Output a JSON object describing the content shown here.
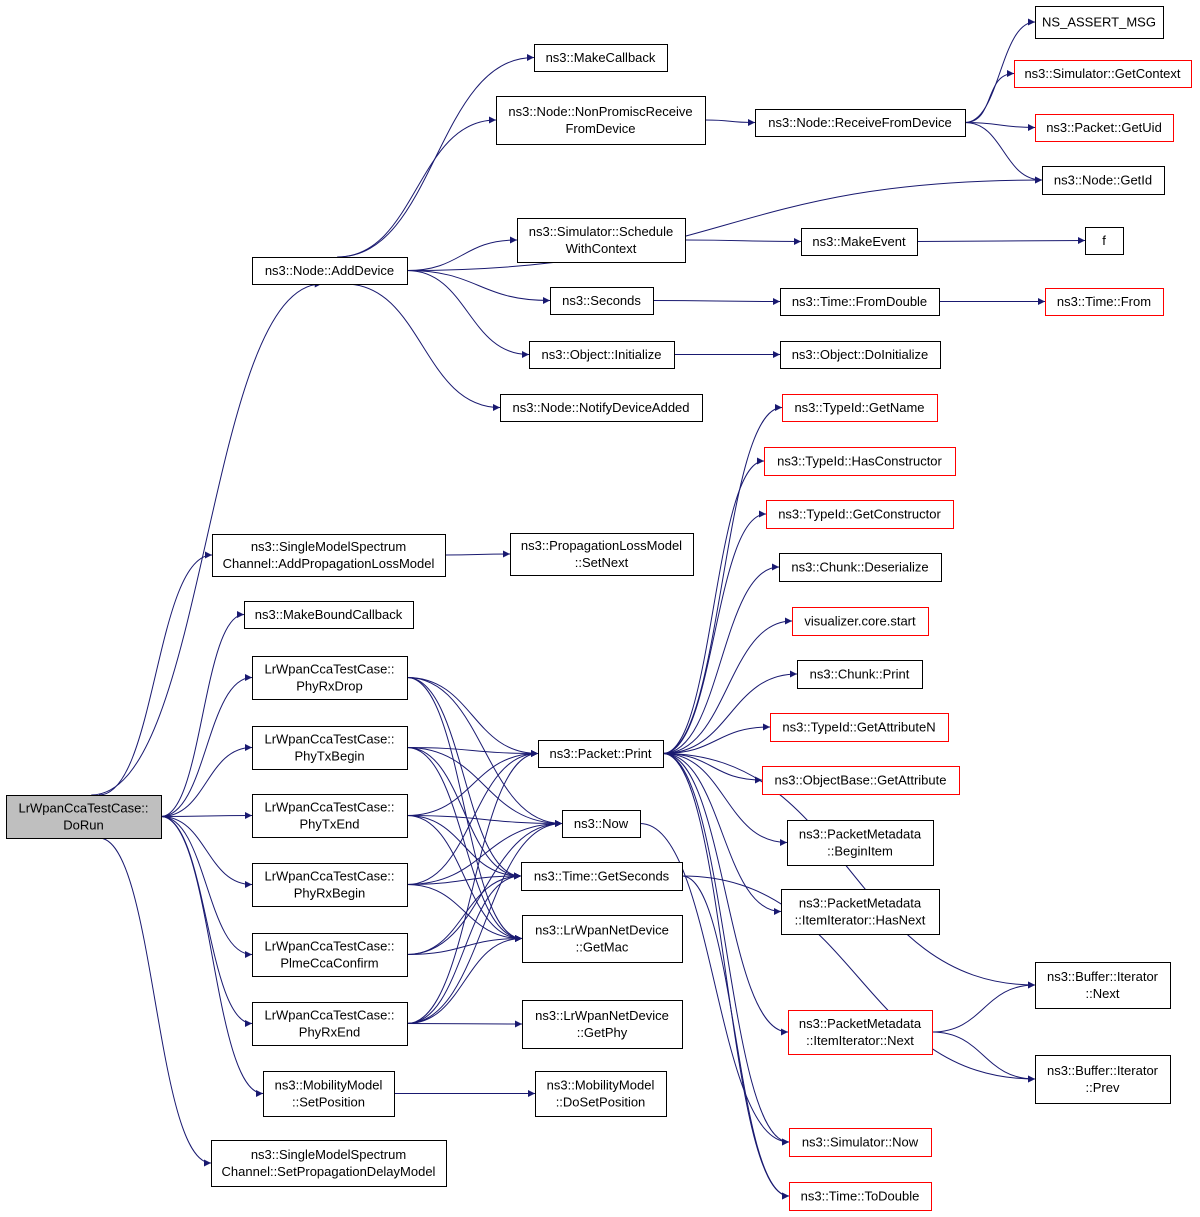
{
  "colors": {
    "edge": "#191970",
    "root_fill": "#bfbfbf",
    "node_fill": "#ffffff",
    "black_border": "#000000",
    "red_border": "#ff0000"
  },
  "nodes": [
    {
      "id": "root",
      "lines": [
        "LrWpanCcaTestCase::",
        "DoRun"
      ],
      "border": "black",
      "root": true
    },
    {
      "id": "addDevice",
      "lines": [
        "ns3::Node::AddDevice"
      ],
      "border": "black"
    },
    {
      "id": "addProp",
      "lines": [
        "ns3::SingleModelSpectrum",
        "Channel::AddPropagationLossModel"
      ],
      "border": "black"
    },
    {
      "id": "makeBound",
      "lines": [
        "ns3::MakeBoundCallback"
      ],
      "border": "black"
    },
    {
      "id": "phyRxDrop",
      "lines": [
        "LrWpanCcaTestCase::",
        "PhyRxDrop"
      ],
      "border": "black"
    },
    {
      "id": "phyTxBegin",
      "lines": [
        "LrWpanCcaTestCase::",
        "PhyTxBegin"
      ],
      "border": "black"
    },
    {
      "id": "phyTxEnd",
      "lines": [
        "LrWpanCcaTestCase::",
        "PhyTxEnd"
      ],
      "border": "black"
    },
    {
      "id": "phyRxBegin",
      "lines": [
        "LrWpanCcaTestCase::",
        "PhyRxBegin"
      ],
      "border": "black"
    },
    {
      "id": "plmeCca",
      "lines": [
        "LrWpanCcaTestCase::",
        "PlmeCcaConfirm"
      ],
      "border": "black"
    },
    {
      "id": "phyRxEnd",
      "lines": [
        "LrWpanCcaTestCase::",
        "PhyRxEnd"
      ],
      "border": "black"
    },
    {
      "id": "setPos",
      "lines": [
        "ns3::MobilityModel",
        "::SetPosition"
      ],
      "border": "black"
    },
    {
      "id": "setDelay",
      "lines": [
        "ns3::SingleModelSpectrum",
        "Channel::SetPropagationDelayModel"
      ],
      "border": "black"
    },
    {
      "id": "makeCallback",
      "lines": [
        "ns3::MakeCallback"
      ],
      "border": "black"
    },
    {
      "id": "nonPromisc",
      "lines": [
        "ns3::Node::NonPromiscReceive",
        "FromDevice"
      ],
      "border": "black"
    },
    {
      "id": "schedCtx",
      "lines": [
        "ns3::Simulator::Schedule",
        "WithContext"
      ],
      "border": "black"
    },
    {
      "id": "seconds",
      "lines": [
        "ns3::Seconds"
      ],
      "border": "black"
    },
    {
      "id": "objInit",
      "lines": [
        "ns3::Object::Initialize"
      ],
      "border": "black"
    },
    {
      "id": "notifyDev",
      "lines": [
        "ns3::Node::NotifyDeviceAdded"
      ],
      "border": "black"
    },
    {
      "id": "propSetNext",
      "lines": [
        "ns3::PropagationLossModel",
        "::SetNext"
      ],
      "border": "black"
    },
    {
      "id": "packetPrint",
      "lines": [
        "ns3::Packet::Print"
      ],
      "border": "black"
    },
    {
      "id": "now",
      "lines": [
        "ns3::Now"
      ],
      "border": "black"
    },
    {
      "id": "getSeconds",
      "lines": [
        "ns3::Time::GetSeconds"
      ],
      "border": "black"
    },
    {
      "id": "getMac",
      "lines": [
        "ns3::LrWpanNetDevice",
        "::GetMac"
      ],
      "border": "black"
    },
    {
      "id": "getPhy",
      "lines": [
        "ns3::LrWpanNetDevice",
        "::GetPhy"
      ],
      "border": "black"
    },
    {
      "id": "doSetPos",
      "lines": [
        "ns3::MobilityModel",
        "::DoSetPosition"
      ],
      "border": "black"
    },
    {
      "id": "recvFromDev",
      "lines": [
        "ns3::Node::ReceiveFromDevice"
      ],
      "border": "black"
    },
    {
      "id": "makeEvent",
      "lines": [
        "ns3::MakeEvent"
      ],
      "border": "black"
    },
    {
      "id": "fromDouble",
      "lines": [
        "ns3::Time::FromDouble"
      ],
      "border": "black"
    },
    {
      "id": "doInit",
      "lines": [
        "ns3::Object::DoInitialize"
      ],
      "border": "black"
    },
    {
      "id": "nsAssert",
      "lines": [
        "NS_ASSERT_MSG"
      ],
      "border": "black"
    },
    {
      "id": "getContext",
      "lines": [
        "ns3::Simulator::GetContext"
      ],
      "border": "red"
    },
    {
      "id": "getUid",
      "lines": [
        "ns3::Packet::GetUid"
      ],
      "border": "red"
    },
    {
      "id": "getId",
      "lines": [
        "ns3::Node::GetId"
      ],
      "border": "black"
    },
    {
      "id": "f",
      "lines": [
        "f"
      ],
      "border": "black"
    },
    {
      "id": "timeFrom",
      "lines": [
        "ns3::Time::From"
      ],
      "border": "red"
    },
    {
      "id": "getName",
      "lines": [
        "ns3::TypeId::GetName"
      ],
      "border": "red"
    },
    {
      "id": "hasCtor",
      "lines": [
        "ns3::TypeId::HasConstructor"
      ],
      "border": "red"
    },
    {
      "id": "getCtor",
      "lines": [
        "ns3::TypeId::GetConstructor"
      ],
      "border": "red"
    },
    {
      "id": "chunkDeser",
      "lines": [
        "ns3::Chunk::Deserialize"
      ],
      "border": "black"
    },
    {
      "id": "vizStart",
      "lines": [
        "visualizer.core.start"
      ],
      "border": "red"
    },
    {
      "id": "chunkPrint",
      "lines": [
        "ns3::Chunk::Print"
      ],
      "border": "black"
    },
    {
      "id": "getAttrN",
      "lines": [
        "ns3::TypeId::GetAttributeN"
      ],
      "border": "red"
    },
    {
      "id": "objBaseGetAttr",
      "lines": [
        "ns3::ObjectBase::GetAttribute"
      ],
      "border": "red"
    },
    {
      "id": "pmBeginItem",
      "lines": [
        "ns3::PacketMetadata",
        "::BeginItem"
      ],
      "border": "black"
    },
    {
      "id": "pmHasNext",
      "lines": [
        "ns3::PacketMetadata",
        "::ItemIterator::HasNext"
      ],
      "border": "black"
    },
    {
      "id": "pmNext",
      "lines": [
        "ns3::PacketMetadata",
        "::ItemIterator::Next"
      ],
      "border": "red"
    },
    {
      "id": "bufNext",
      "lines": [
        "ns3::Buffer::Iterator",
        "::Next"
      ],
      "border": "black"
    },
    {
      "id": "bufPrev",
      "lines": [
        "ns3::Buffer::Iterator",
        "::Prev"
      ],
      "border": "black"
    },
    {
      "id": "simNow",
      "lines": [
        "ns3::Simulator::Now"
      ],
      "border": "red"
    },
    {
      "id": "toDouble",
      "lines": [
        "ns3::Time::ToDouble"
      ],
      "border": "red"
    }
  ],
  "edges": [
    [
      "root",
      "addDevice"
    ],
    [
      "root",
      "addProp"
    ],
    [
      "root",
      "makeBound"
    ],
    [
      "root",
      "phyRxDrop"
    ],
    [
      "root",
      "phyTxBegin"
    ],
    [
      "root",
      "phyTxEnd"
    ],
    [
      "root",
      "phyRxBegin"
    ],
    [
      "root",
      "plmeCca"
    ],
    [
      "root",
      "phyRxEnd"
    ],
    [
      "root",
      "setPos"
    ],
    [
      "root",
      "setDelay"
    ],
    [
      "addDevice",
      "makeCallback"
    ],
    [
      "addDevice",
      "nonPromisc"
    ],
    [
      "addDevice",
      "getId"
    ],
    [
      "addDevice",
      "schedCtx"
    ],
    [
      "addDevice",
      "seconds"
    ],
    [
      "addDevice",
      "objInit"
    ],
    [
      "addDevice",
      "notifyDev"
    ],
    [
      "nonPromisc",
      "recvFromDev"
    ],
    [
      "recvFromDev",
      "nsAssert"
    ],
    [
      "recvFromDev",
      "getContext"
    ],
    [
      "recvFromDev",
      "getUid"
    ],
    [
      "recvFromDev",
      "getId"
    ],
    [
      "schedCtx",
      "makeEvent"
    ],
    [
      "makeEvent",
      "f"
    ],
    [
      "seconds",
      "fromDouble"
    ],
    [
      "fromDouble",
      "timeFrom"
    ],
    [
      "objInit",
      "doInit"
    ],
    [
      "addProp",
      "propSetNext"
    ],
    [
      "phyRxDrop",
      "packetPrint"
    ],
    [
      "phyRxDrop",
      "now"
    ],
    [
      "phyRxDrop",
      "getSeconds"
    ],
    [
      "phyRxDrop",
      "getMac"
    ],
    [
      "phyTxBegin",
      "packetPrint"
    ],
    [
      "phyTxBegin",
      "now"
    ],
    [
      "phyTxBegin",
      "getSeconds"
    ],
    [
      "phyTxBegin",
      "getMac"
    ],
    [
      "phyTxEnd",
      "packetPrint"
    ],
    [
      "phyTxEnd",
      "now"
    ],
    [
      "phyTxEnd",
      "getSeconds"
    ],
    [
      "phyTxEnd",
      "getMac"
    ],
    [
      "phyRxBegin",
      "packetPrint"
    ],
    [
      "phyRxBegin",
      "now"
    ],
    [
      "phyRxBegin",
      "getSeconds"
    ],
    [
      "phyRxBegin",
      "getMac"
    ],
    [
      "plmeCca",
      "now"
    ],
    [
      "plmeCca",
      "getSeconds"
    ],
    [
      "plmeCca",
      "getMac"
    ],
    [
      "phyRxEnd",
      "packetPrint"
    ],
    [
      "phyRxEnd",
      "now"
    ],
    [
      "phyRxEnd",
      "getSeconds"
    ],
    [
      "phyRxEnd",
      "getMac"
    ],
    [
      "phyRxEnd",
      "getPhy"
    ],
    [
      "setPos",
      "doSetPos"
    ],
    [
      "packetPrint",
      "getName"
    ],
    [
      "packetPrint",
      "hasCtor"
    ],
    [
      "packetPrint",
      "getCtor"
    ],
    [
      "packetPrint",
      "chunkDeser"
    ],
    [
      "packetPrint",
      "vizStart"
    ],
    [
      "packetPrint",
      "chunkPrint"
    ],
    [
      "packetPrint",
      "getAttrN"
    ],
    [
      "packetPrint",
      "objBaseGetAttr"
    ],
    [
      "packetPrint",
      "pmBeginItem"
    ],
    [
      "packetPrint",
      "pmHasNext"
    ],
    [
      "packetPrint",
      "pmNext"
    ],
    [
      "packetPrint",
      "bufNext"
    ],
    [
      "packetPrint",
      "simNow"
    ],
    [
      "packetPrint",
      "toDouble"
    ],
    [
      "pmNext",
      "bufNext"
    ],
    [
      "pmNext",
      "bufPrev"
    ],
    [
      "now",
      "simNow"
    ],
    [
      "getSeconds",
      "toDouble"
    ],
    [
      "getSeconds",
      "bufPrev"
    ]
  ]
}
